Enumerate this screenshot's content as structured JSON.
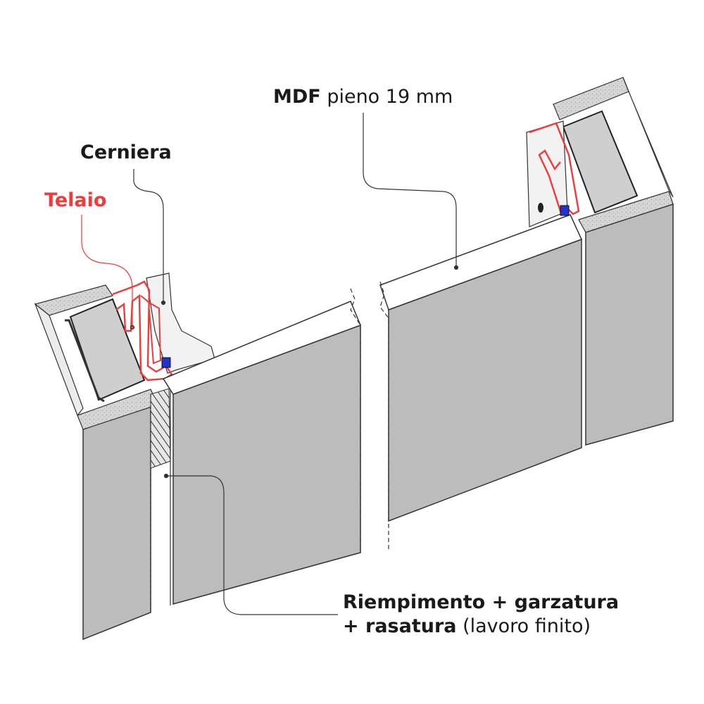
{
  "labels": {
    "mdf": {
      "bold": "MDF",
      "regular": " pieno 19 mm"
    },
    "cerniera": "Cerniera",
    "telaio": "Telaio",
    "finish_line1": "Riempimento + garzatura",
    "finish_line2_bold": "+ rasatura",
    "finish_line2_regular": " (lavoro finito)"
  },
  "colors": {
    "frame_red": "#ee3b3b",
    "panel_gray": "#bfbfbf",
    "wall_top": "#d9d9d9",
    "gasket_blue": "#2233cc",
    "line": "#333333"
  }
}
